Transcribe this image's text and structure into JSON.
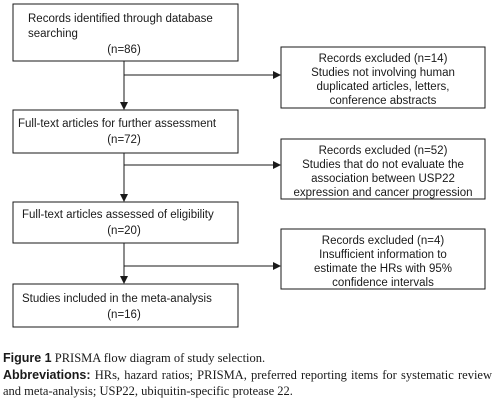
{
  "flow": {
    "identified": {
      "line1": "Records identified through database",
      "line2": "searching",
      "count": "(n=86)"
    },
    "full_text": {
      "line1": "Full-text articles for further assessment",
      "count": "(n=72)"
    },
    "eligibility": {
      "line1": "Full-text articles assessed of eligibility",
      "count": "(n=20)"
    },
    "included": {
      "line1": "Studies included in the meta-analysis",
      "count": "(n=16)"
    }
  },
  "excluded": {
    "first": {
      "title": "Records excluded (n=14)",
      "line1": "Studies not involving human",
      "line2": "duplicated articles, letters,",
      "line3": "conference abstracts"
    },
    "second": {
      "title": "Records excluded (n=52)",
      "line1": "Studies that do not evaluate the",
      "line2": "association between USP22",
      "line3": "expression and cancer progression"
    },
    "third": {
      "title": "Records excluded (n=4)",
      "line1": "Insufficient information to",
      "line2": "estimate the HRs with 95%",
      "line3": "confidence intervals"
    }
  },
  "caption": {
    "figure_label": "Figure 1",
    "figure_text": " PRISMA flow diagram of study selection.",
    "abbrev_label": "Abbreviations:",
    "abbrev_text": " HRs, hazard ratios; PRISMA, preferred reporting items for systematic review and meta-analysis; USP22, ubiquitin-specific protease 22."
  }
}
